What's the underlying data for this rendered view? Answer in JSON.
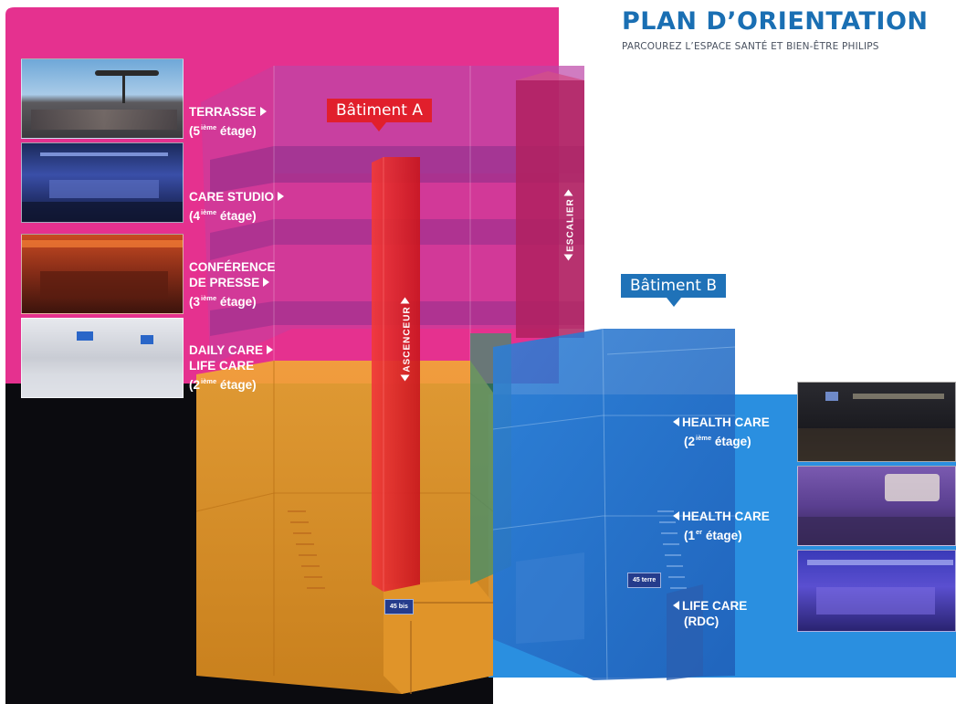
{
  "header": {
    "title": "PLAN D’ORIENTATION",
    "subtitle": "PARCOUREZ L’ESPACE SANTÉ ET BIEN-ÊTRE PHILIPS"
  },
  "buildings": {
    "a": {
      "label": "Bâtiment A"
    },
    "b": {
      "label": "Bâtiment B"
    }
  },
  "vertical_labels": {
    "elevator": "ASCENCEUR",
    "stairs": "ESCALIER"
  },
  "signs": {
    "a": "45 bis",
    "b": "45 terre"
  },
  "building_a_floors": [
    {
      "line1": "TERRASSE",
      "line2": "(5",
      "sup": "ième",
      "line2_end": " étage)"
    },
    {
      "line1": "CARE STUDIO",
      "line2": "(4",
      "sup": "ième",
      "line2_end": " étage)"
    },
    {
      "line1": "CONFÉRENCE",
      "line1b": "DE PRESSE",
      "line2": "(3",
      "sup": "ième",
      "line2_end": " étage)"
    },
    {
      "line1": "DAILY CARE",
      "line1b": "LIFE CARE",
      "line2": "(2",
      "sup": "ième",
      "line2_end": " étage)"
    }
  ],
  "building_b_floors": [
    {
      "line1": "HEALTH CARE",
      "line2": "(2",
      "sup": "ième",
      "line2_end": " étage)"
    },
    {
      "line1": "HEALTH CARE",
      "line2": "(1",
      "sup": "er",
      "line2_end": " étage)"
    },
    {
      "line1": "LIFE CARE",
      "line2": "(RDC)"
    }
  ],
  "colors": {
    "magenta": "#e5318f",
    "orange": "#f0a030",
    "red": "#e11f2c",
    "blue": "#1f72b8",
    "light_blue": "#2b8fd8",
    "title_blue": "#1a6fb3"
  }
}
